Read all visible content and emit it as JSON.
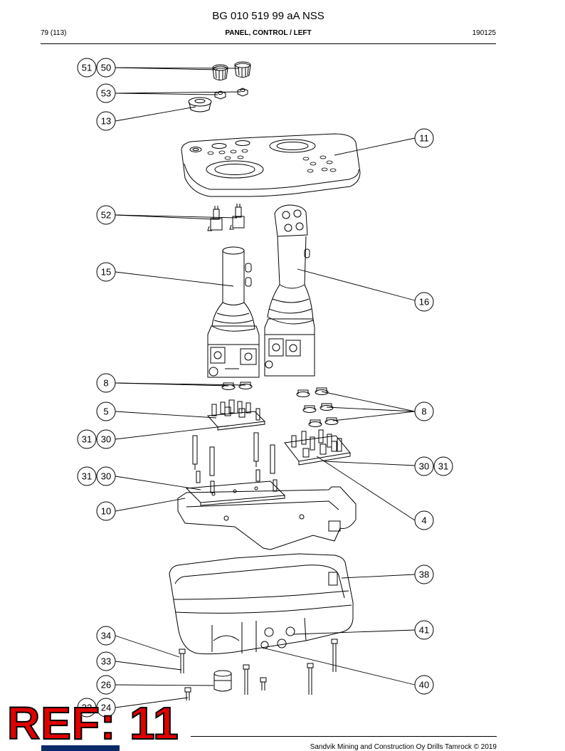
{
  "header": {
    "document_id": "BG 010 519 99 aA NSS",
    "page": "79 (113)",
    "section_title": "PANEL, CONTROL / LEFT",
    "date_code": "190125"
  },
  "callouts": {
    "c51": "51",
    "c50": "50",
    "c53": "53",
    "c13": "13",
    "c11": "11",
    "c52": "52",
    "c15": "15",
    "c16": "16",
    "c8a": "8",
    "c5": "5",
    "c8b": "8",
    "c31a": "31",
    "c30a": "30",
    "c30c": "30",
    "c31c": "31",
    "c31b": "31",
    "c30b": "30",
    "c10": "10",
    "c4": "4",
    "c38": "38",
    "c41": "41",
    "c34": "34",
    "c33": "33",
    "c26": "26",
    "c40": "40",
    "c32": "32",
    "c24": "24"
  },
  "overlay": {
    "ref_label": "REF: 11",
    "ref_color": "#e00000"
  },
  "footer": {
    "copyright": "Sandvik Mining and Construction Oy Drills Tamrock © 2019"
  }
}
